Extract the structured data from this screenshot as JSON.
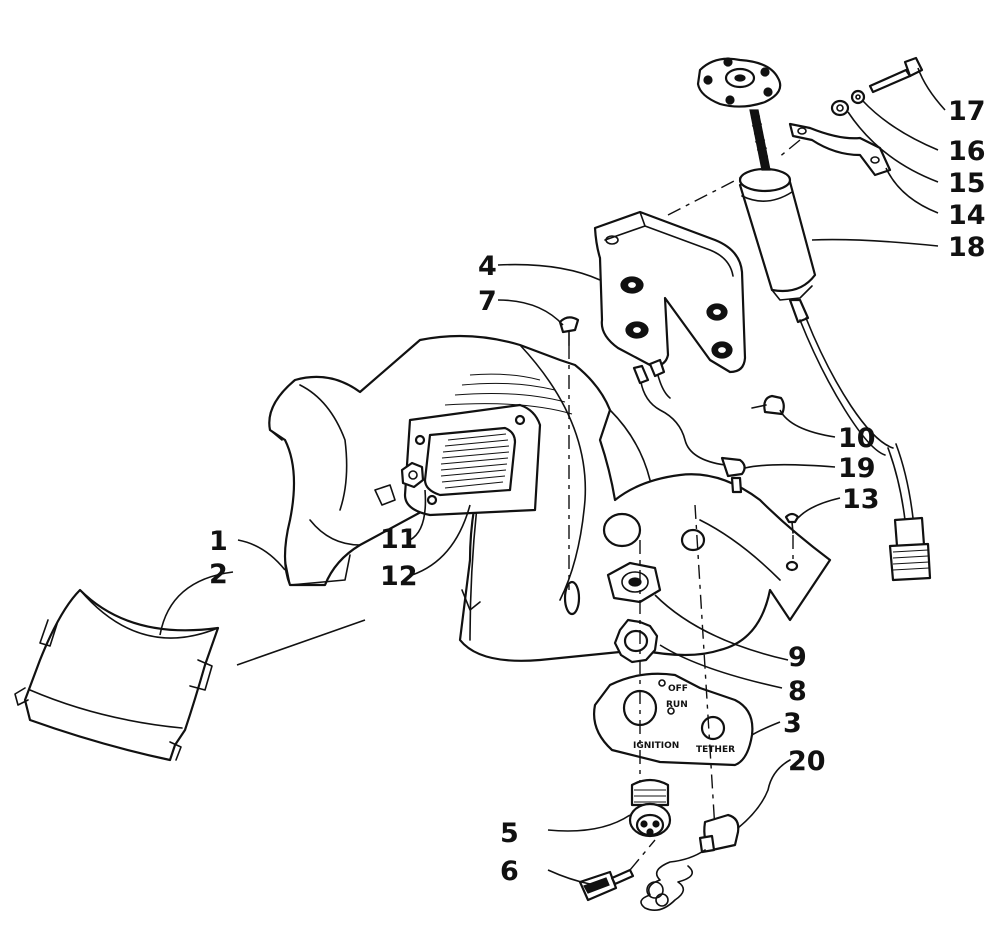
{
  "callouts": {
    "c1": "1",
    "c2": "2",
    "c3": "3",
    "c4": "4",
    "c5": "5",
    "c6": "6",
    "c7": "7",
    "c8": "8",
    "c9": "9",
    "c10": "10",
    "c11": "11",
    "c12": "12",
    "c13": "13",
    "c14": "14",
    "c15": "15",
    "c16": "16",
    "c17": "17",
    "c18": "18",
    "c19": "19",
    "c20": "20"
  },
  "switch_plate": {
    "off": "OFF",
    "run": "RUN",
    "ignition": "IGNITION",
    "tether": "TETHER"
  },
  "colors": {
    "line": "#111111",
    "background": "#ffffff"
  }
}
